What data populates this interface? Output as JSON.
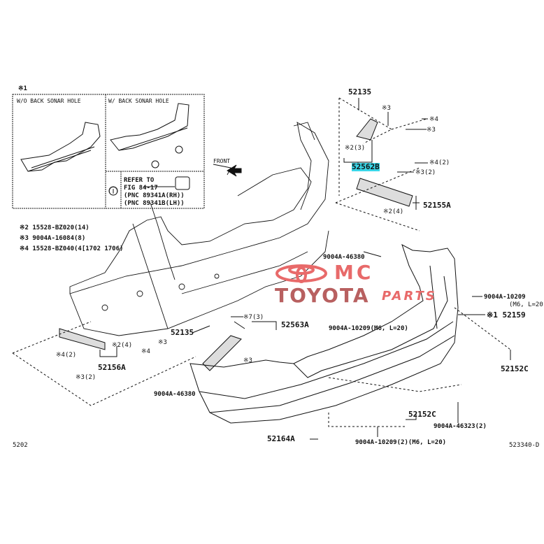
{
  "inset": {
    "marker": "※1",
    "left_title": "W/O BACK SONAR HOLE",
    "right_title": "W/ BACK SONAR HOLE",
    "callout_symbol": "Ⓘ",
    "refer_lines": [
      "REFER TO",
      "FIG 84-17",
      "(PNC 89341A(RH))",
      "(PNC 89341B(LH))"
    ]
  },
  "legend": [
    "※2 15528-BZ020(14)",
    "※3 9004A-16084(8)",
    "※4 15528-BZ040(4[1702 1706)"
  ],
  "front_label": "FRONT",
  "labels": {
    "p52135_top": "52135",
    "s3_a": "※3",
    "s4_a": "※4",
    "s3_b": "※3",
    "s2_3": "※2(3)",
    "p52562B": "52562B",
    "s4_2": "※4(2)",
    "s3_2": "※3(2)",
    "s2_4_right": "※2(4)",
    "p52155A": "52155A",
    "p9004A_46380_top": "9004A-46380",
    "p9004A_10209_right": "9004A-10209",
    "m6_right": "(M6, L=20)",
    "p52159": "※1 52159",
    "s7_3": "※7(3)",
    "p52563A": "52563A",
    "p9004A_10209_mid": "9004A-10209(M6, L=20)",
    "p52135_mid": "52135",
    "s2_4_left": "※2(4)",
    "p52156A": "52156A",
    "s4_2_left": "※4(2)",
    "s3_2_left": "※3(2)",
    "s4_mid": "※4",
    "s3_mid": "※3",
    "s3_low": "※3",
    "p9004A_46380_low": "9004A-46380",
    "p52152C_right": "52152C",
    "p52152C_low": "52152C",
    "p9004A_46323": "9004A-46323(2)",
    "p52164A": "52164A",
    "p9004A_10209_low": "9004A-10209(2)(M6, L=20)",
    "fig_num": "5202",
    "drawing_id": "523340-D"
  },
  "watermark": {
    "mc": "MC",
    "brand": "TOYOTA",
    "sub": "PARTS"
  },
  "colors": {
    "highlight": "#3ad6e8",
    "watermark_red": "#e86a6a",
    "watermark_gray": "#b86060"
  }
}
